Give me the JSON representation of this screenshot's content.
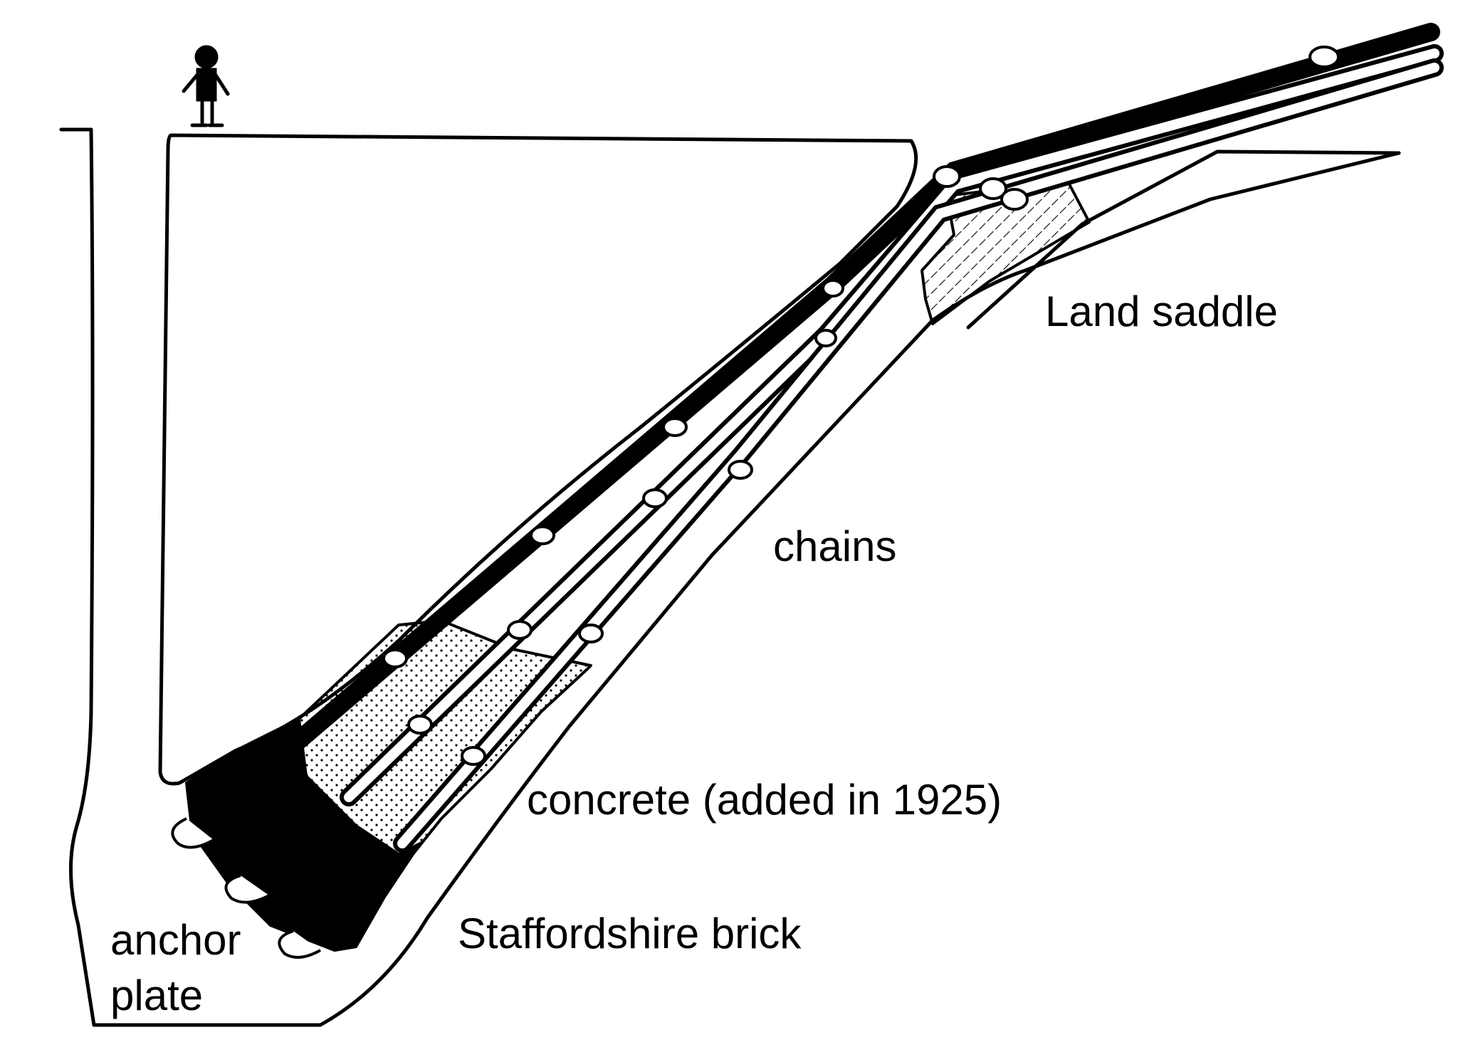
{
  "labels": {
    "land_saddle": "Land saddle",
    "chains": "chains",
    "concrete": "concrete (added in 1925)",
    "brick": "Staffordshire brick",
    "anchor_line1": "anchor",
    "anchor_line2": "plate"
  },
  "colors": {
    "ink": "#000000",
    "paper": "#ffffff"
  }
}
